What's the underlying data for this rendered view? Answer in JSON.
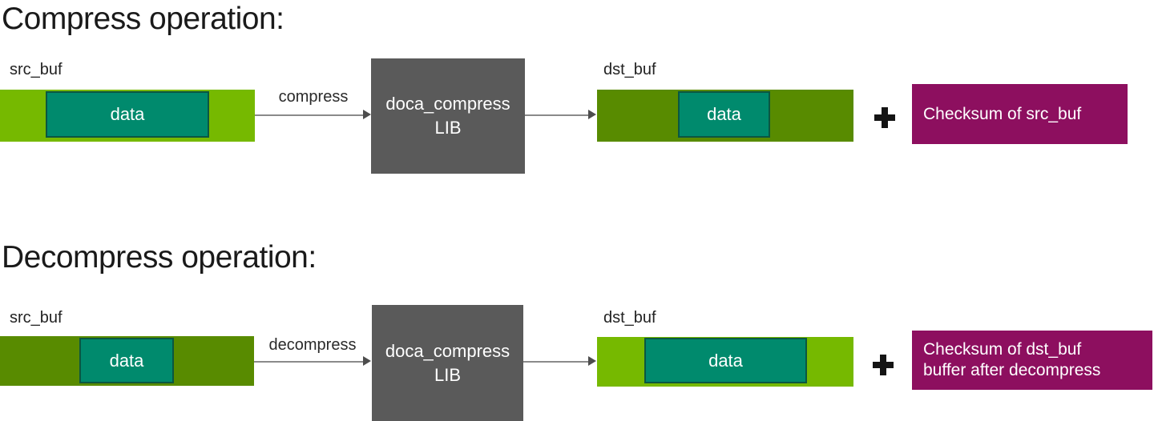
{
  "colors": {
    "bright_green": "#76B900",
    "dark_green": "#588B00",
    "teal_fill": "#008A6D",
    "teal_border": "#0B5741",
    "lib_gray": "#5A5A5A",
    "checksum_magenta": "#8D0F5F",
    "arrow_line": "#8A8A8A",
    "arrow_head": "#4D4D4D",
    "text_dark": "#1A1A1A"
  },
  "icons": {
    "plus": "plus-icon",
    "arrowhead": "arrow-right-icon"
  },
  "sections": [
    {
      "title": "Compress operation:",
      "src_label": "src_buf",
      "src_data_label": "data",
      "arrow_label": "compress",
      "lib_line1": "doca_compress",
      "lib_line2": "LIB",
      "dst_label": "dst_buf",
      "dst_data_label": "data",
      "checksum_lines": [
        "Checksum of src_buf"
      ]
    },
    {
      "title": "Decompress operation:",
      "src_label": "src_buf",
      "src_data_label": "data",
      "arrow_label": "decompress",
      "lib_line1": "doca_compress",
      "lib_line2": "LIB",
      "dst_label": "dst_buf",
      "dst_data_label": "data",
      "checksum_lines": [
        "Checksum of dst_buf",
        "buffer after decompress"
      ]
    }
  ]
}
